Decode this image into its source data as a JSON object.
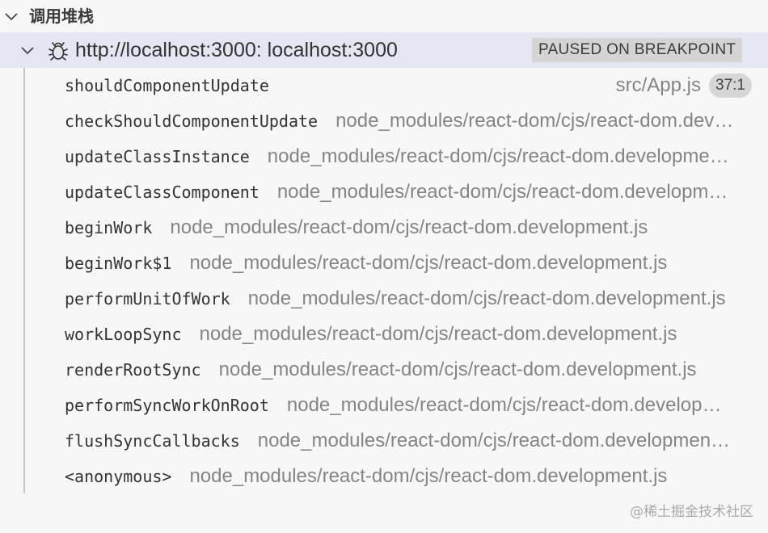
{
  "section": {
    "title": "调用堆栈",
    "icon": "chevron-down-icon"
  },
  "thread": {
    "title": "http://localhost:3000: localhost:3000",
    "status": "PAUSED ON BREAKPOINT",
    "icons": [
      "chevron-down-icon",
      "debug-bug-icon"
    ]
  },
  "frames": [
    {
      "fn": "shouldComponentUpdate",
      "src": "src/App.js",
      "line": "37:1"
    },
    {
      "fn": "checkShouldComponentUpdate",
      "src": "node_modules/react-dom/cjs/react-dom.development.js"
    },
    {
      "fn": "updateClassInstance",
      "src": "node_modules/react-dom/cjs/react-dom.development.js"
    },
    {
      "fn": "updateClassComponent",
      "src": "node_modules/react-dom/cjs/react-dom.development.js"
    },
    {
      "fn": "beginWork",
      "src": "node_modules/react-dom/cjs/react-dom.development.js"
    },
    {
      "fn": "beginWork$1",
      "src": "node_modules/react-dom/cjs/react-dom.development.js"
    },
    {
      "fn": "performUnitOfWork",
      "src": "node_modules/react-dom/cjs/react-dom.development.js"
    },
    {
      "fn": "workLoopSync",
      "src": "node_modules/react-dom/cjs/react-dom.development.js"
    },
    {
      "fn": "renderRootSync",
      "src": "node_modules/react-dom/cjs/react-dom.development.js"
    },
    {
      "fn": "performSyncWorkOnRoot",
      "src": "node_modules/react-dom/cjs/react-dom.development.js"
    },
    {
      "fn": "flushSyncCallbacks",
      "src": "node_modules/react-dom/cjs/react-dom.development.js"
    },
    {
      "fn": "<anonymous>",
      "src": "node_modules/react-dom/cjs/react-dom.development.js"
    }
  ],
  "watermark": "@稀土掘金技术社区"
}
